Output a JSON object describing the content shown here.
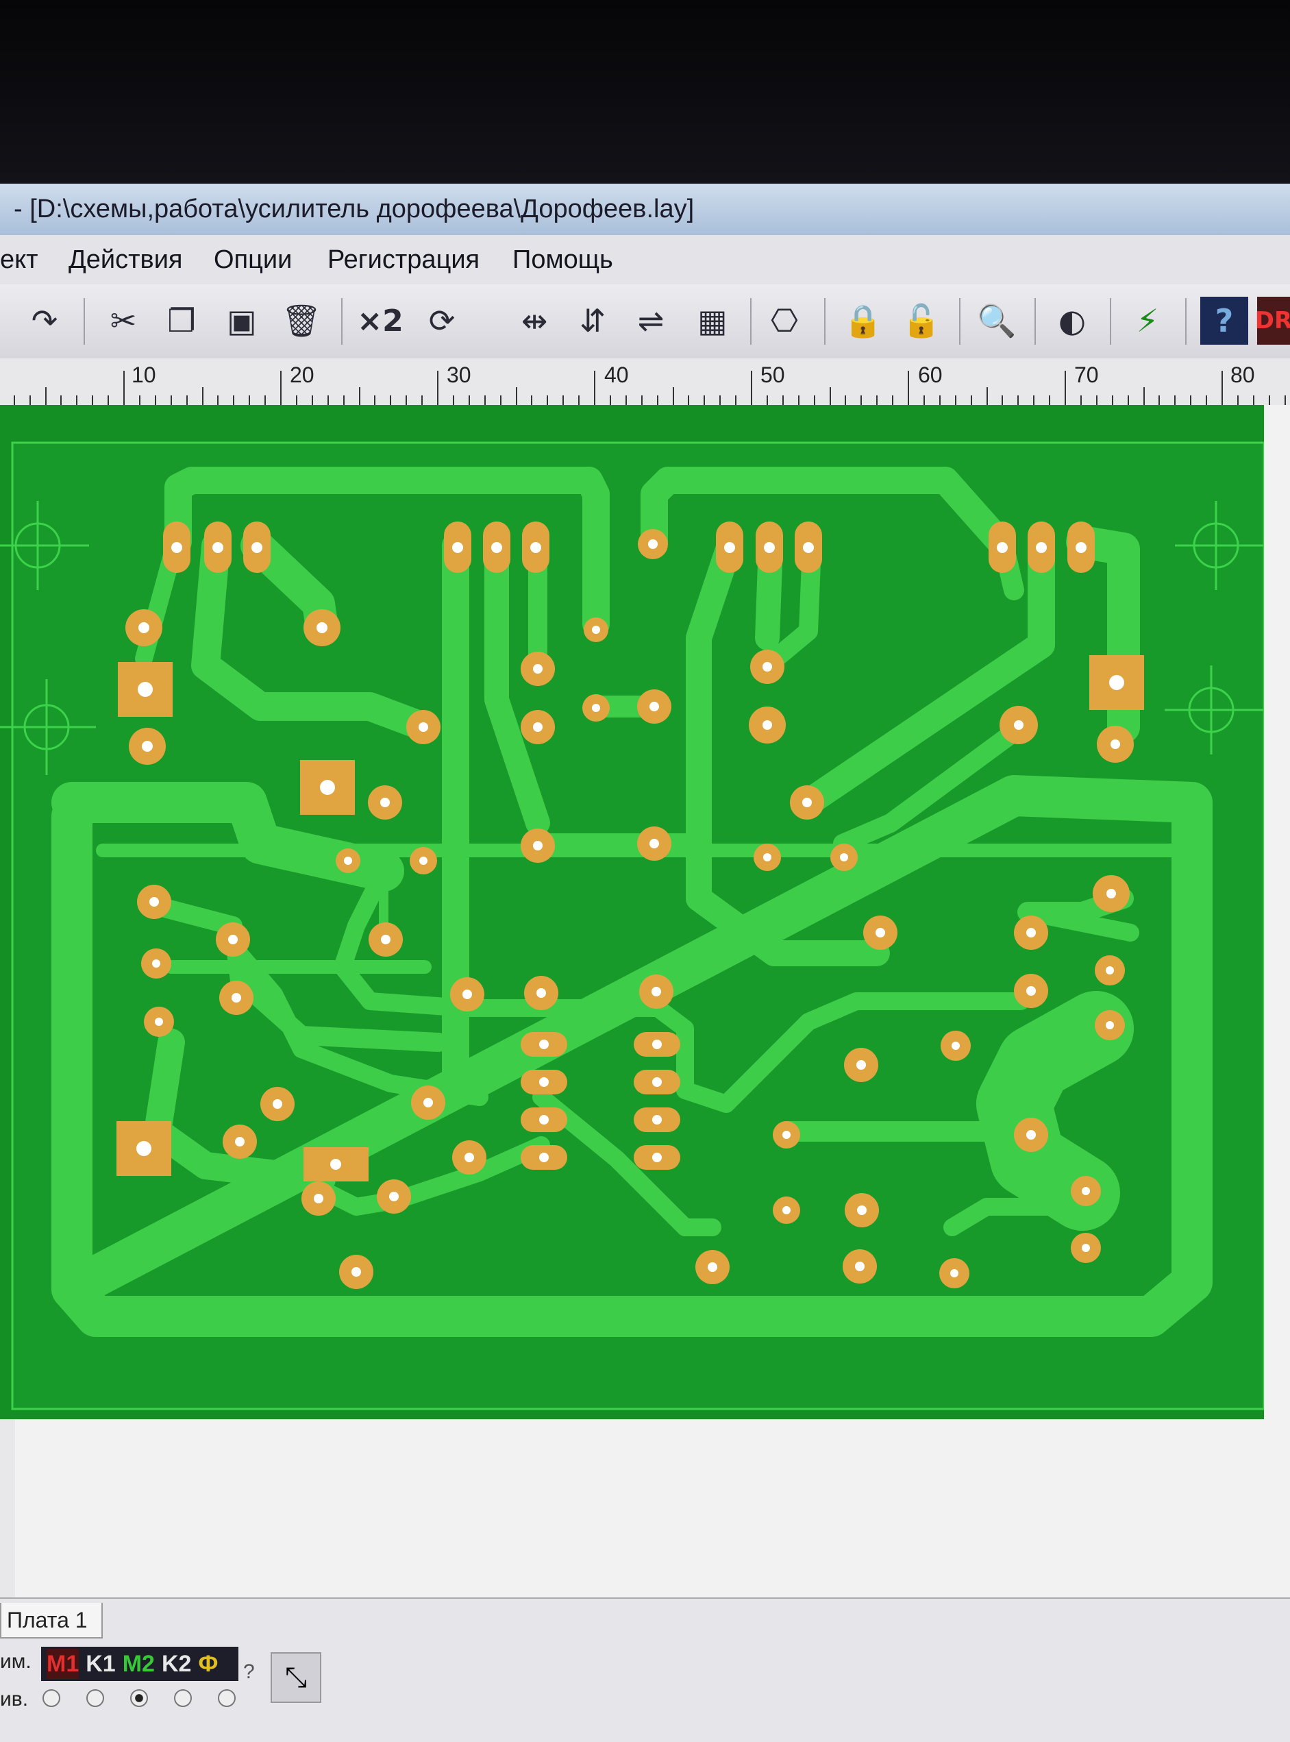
{
  "window": {
    "title": "- [D:\\схемы,работа\\усилитель дорофеева\\Дорофеев.lay]"
  },
  "menu": {
    "items": [
      "ект",
      "Действия",
      "Опции",
      "Регистрация",
      "Помощь"
    ]
  },
  "toolbar": {
    "buttons": [
      {
        "icon": "redo-icon",
        "glyph": "↷"
      },
      {
        "icon": "cut-icon",
        "glyph": "✂"
      },
      {
        "icon": "copy-icon",
        "glyph": "❐"
      },
      {
        "icon": "paste-icon",
        "glyph": "▣"
      },
      {
        "icon": "delete-icon",
        "glyph": "🗑"
      },
      {
        "icon": "duplicate-icon",
        "glyph": "×2"
      },
      {
        "icon": "rotate-icon",
        "glyph": "⟳"
      },
      {
        "icon": "mirror-h-icon",
        "glyph": "⇹"
      },
      {
        "icon": "mirror-v-icon",
        "glyph": "⇵"
      },
      {
        "icon": "align-icon",
        "glyph": "⇌"
      },
      {
        "icon": "group-icon",
        "glyph": "▦"
      },
      {
        "icon": "connection-icon",
        "glyph": "⎔"
      },
      {
        "icon": "lock-icon",
        "glyph": "🔒"
      },
      {
        "icon": "unlock-icon",
        "glyph": "🔓"
      },
      {
        "icon": "zoom-icon",
        "glyph": "🔍"
      },
      {
        "icon": "contrast-icon",
        "glyph": "◐"
      },
      {
        "icon": "autoroute-icon",
        "glyph": "⚡"
      },
      {
        "icon": "help-icon",
        "glyph": "?"
      },
      {
        "icon": "drc-icon",
        "glyph": "DR"
      }
    ]
  },
  "ruler": {
    "labels": [
      "10",
      "20",
      "30",
      "40",
      "50",
      "60",
      "70",
      "80"
    ]
  },
  "tabs": {
    "board": "Плата 1"
  },
  "status": {
    "sim_label": "им.",
    "active_label": "ив.",
    "layers": [
      {
        "label": "M1",
        "color": "#e03030"
      },
      {
        "label": "K1",
        "color": "#e8e8e8"
      },
      {
        "label": "M2",
        "color": "#38c838"
      },
      {
        "label": "K2",
        "color": "#e8e8e8"
      },
      {
        "label": "Ф",
        "color": "#e0c020"
      }
    ],
    "active_layer_index": 2,
    "question": "?"
  },
  "colors": {
    "board": "#17a429",
    "track": "#3fd04a",
    "pad": "#e0a540",
    "pad_hole": "#ffffff"
  }
}
